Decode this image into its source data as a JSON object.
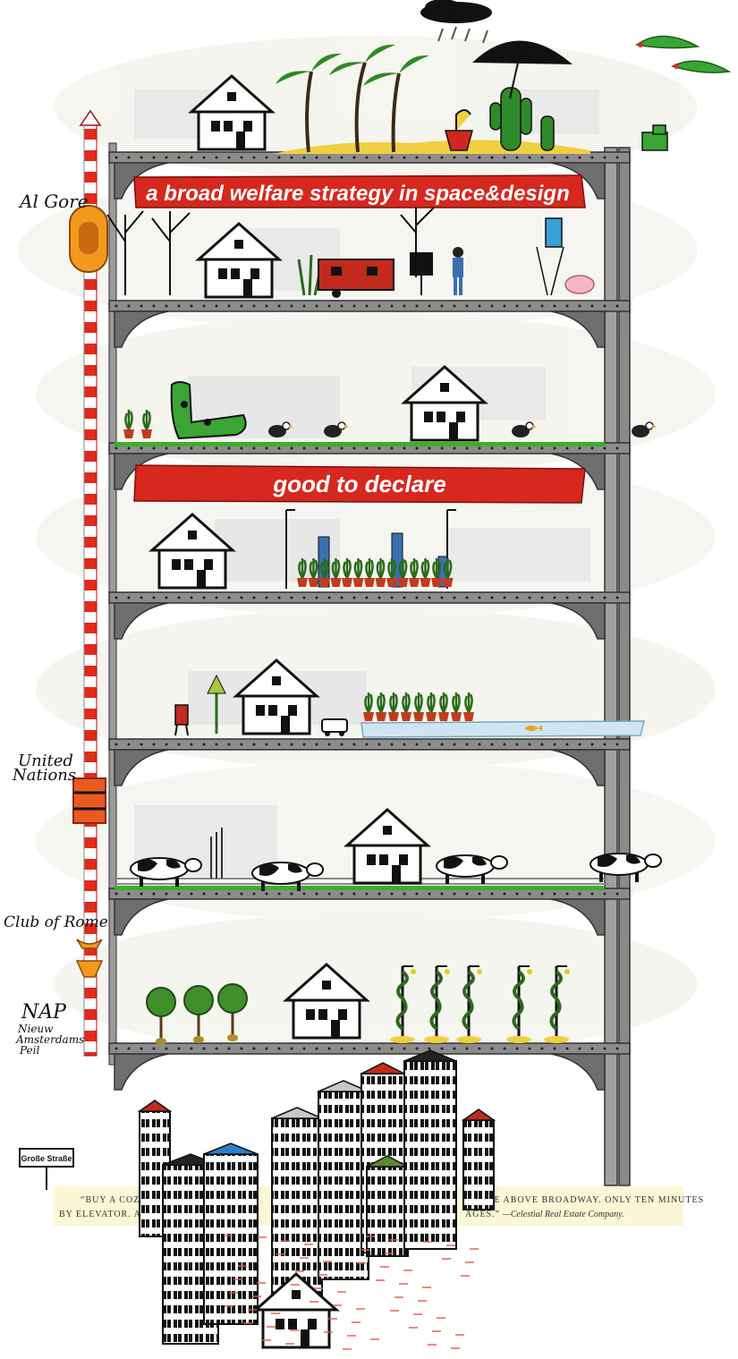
{
  "banners": {
    "top": "a broad welfare strategy in space&design",
    "middle": "good to declare"
  },
  "pole_labels": {
    "al_gore": "Al Gore",
    "united_nations_1": "United",
    "united_nations_2": "Nations",
    "club_of_rome": "Club of Rome",
    "nap": "NAP",
    "nap_sub_1": "Nieuw",
    "nap_sub_2": "Amsterdams",
    "nap_sub_3": "Peil"
  },
  "street_sign": "Große Straße",
  "caption": {
    "line1_a": "“BUY A COZY CO",
    "line1_b": "A MILE ABOVE BROADWAY.  ONLY TEN MINUTES",
    "line2_a": "BY ELEVATOR.  ALL T",
    "line2_b": "AGES.”",
    "line2_c": "—Celestial Real Estate Company."
  },
  "colors": {
    "banner_red": "#d6281e",
    "steel": "#8a8a8a",
    "grass": "#3fae2a",
    "sand": "#f0d040",
    "water": "#cfe6f2"
  }
}
